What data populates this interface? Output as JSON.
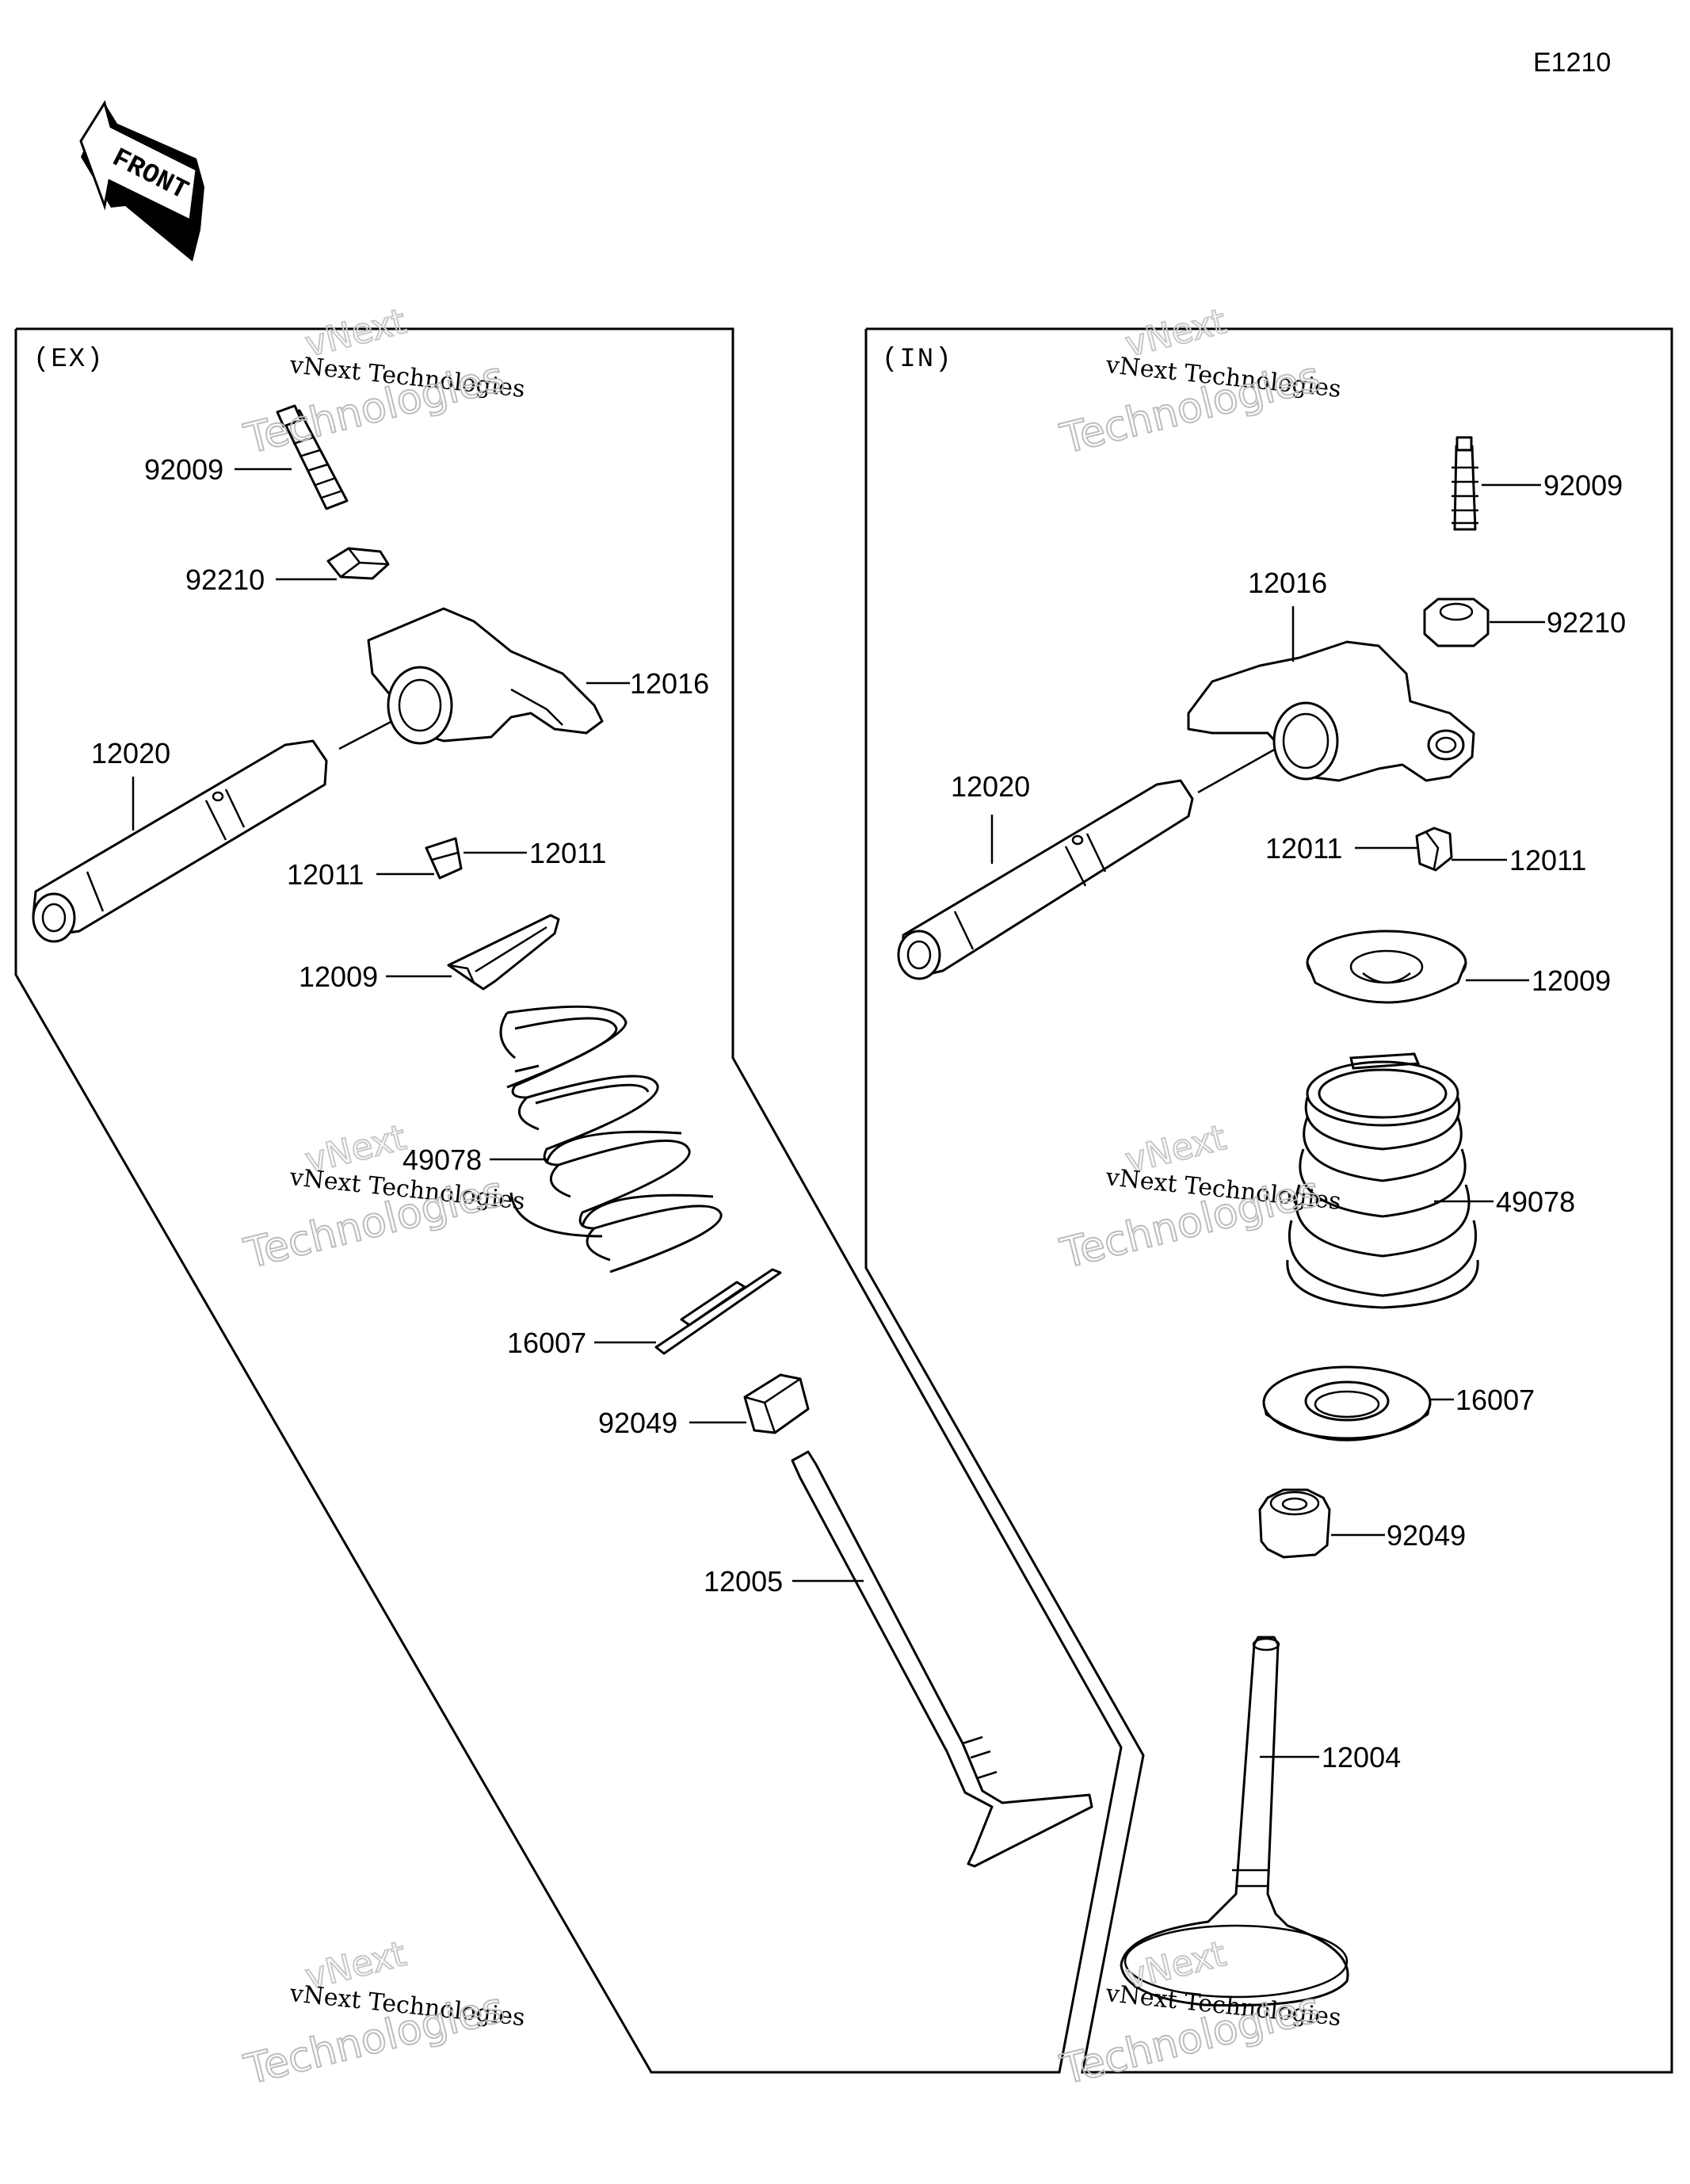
{
  "diagram_code": "E1210",
  "front_arrow_text": "FRONT",
  "sections": {
    "exhaust": {
      "label": "(EX)",
      "parts": {
        "stud": "92009",
        "nut": "92210",
        "rocker_arm": "12016",
        "rocker_shaft": "12020",
        "cotter_right": "12011",
        "cotter_left": "12011",
        "retainer": "12009",
        "spring": "49078",
        "spring_seat": "16007",
        "stem_seal": "92049",
        "valve": "12005"
      }
    },
    "intake": {
      "label": "(IN)",
      "parts": {
        "stud": "92009",
        "nut": "92210",
        "rocker_arm": "12016",
        "rocker_shaft": "12020",
        "cotter_left": "12011",
        "cotter_right": "12011",
        "retainer": "12009",
        "spring": "49078",
        "spring_seat": "16007",
        "stem_seal": "92049",
        "valve": "12004"
      }
    }
  },
  "watermark": {
    "line1": "vNext Technologies",
    "line2": "vNext",
    "line3": "Technologies"
  }
}
